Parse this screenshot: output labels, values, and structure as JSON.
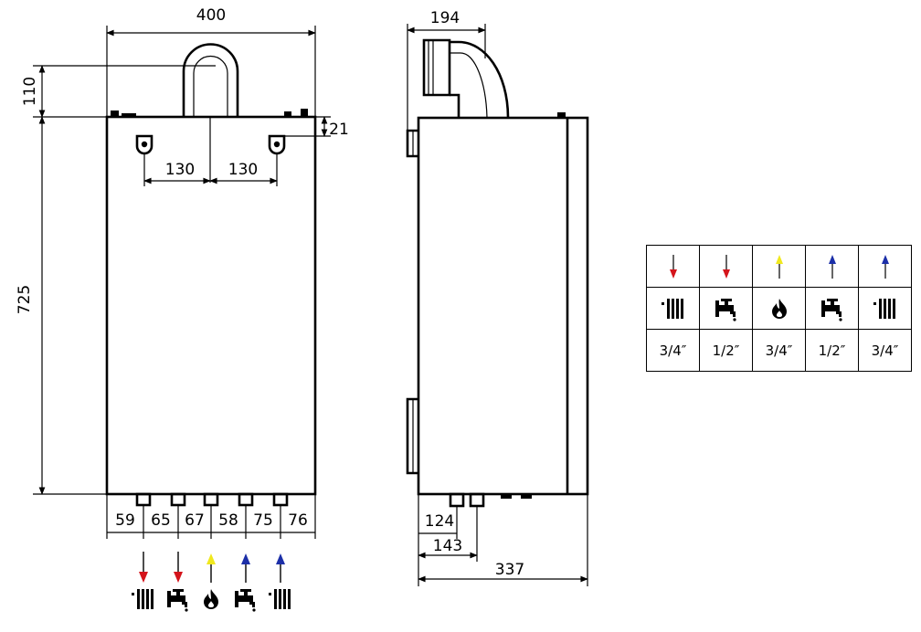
{
  "dimensions": {
    "width": "400",
    "flue_height": "110",
    "top_offset": "21",
    "mount_left": "130",
    "mount_right": "130",
    "height": "725",
    "side_flue": "194",
    "spacing": [
      "59",
      "65",
      "67",
      "58",
      "75",
      "76"
    ],
    "side_conn_1": "124",
    "side_conn_2": "143",
    "depth": "337"
  },
  "colors": {
    "hot": "#d4141b",
    "gas": "#f0e81e",
    "cold": "#1c2fa8"
  },
  "connections": [
    {
      "arrow": "down",
      "color": "#d4141b",
      "icon": "radiator-icon",
      "size": "3/4″"
    },
    {
      "arrow": "down",
      "color": "#d4141b",
      "icon": "tap-icon",
      "size": "1/2″"
    },
    {
      "arrow": "up",
      "color": "#f0e81e",
      "icon": "flame-icon",
      "size": "3/4″"
    },
    {
      "arrow": "up",
      "color": "#1c2fa8",
      "icon": "tap-icon",
      "size": "1/2″"
    },
    {
      "arrow": "up",
      "color": "#1c2fa8",
      "icon": "radiator-icon",
      "size": "3/4″"
    }
  ]
}
